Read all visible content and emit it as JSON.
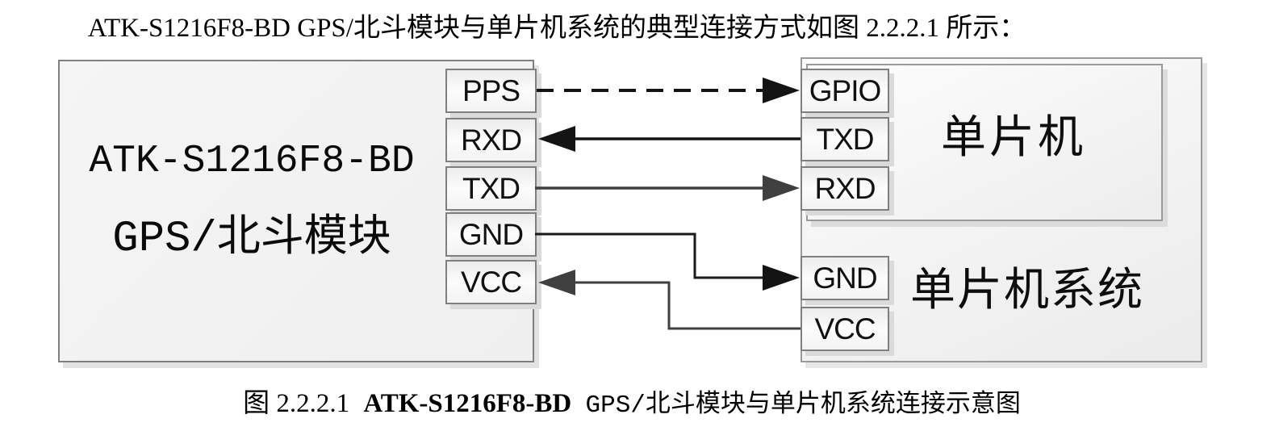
{
  "page": {
    "intro_text": "ATK-S1216F8-BD GPS/北斗模块与单片机系统的典型连接方式如图 2.2.2.1 所示：",
    "caption": {
      "figure_label": "图 2.2.2.1",
      "model": "ATK-S1216F8-BD",
      "rest": "GPS/北斗模块与单片机系统连接示意图"
    }
  },
  "gps_module": {
    "title_line1": "ATK-S1216F8-BD",
    "title_line2": "GPS/北斗模块",
    "pins": [
      "PPS",
      "RXD",
      "TXD",
      "GND",
      "VCC"
    ]
  },
  "mcu_system": {
    "label": "单片机系统",
    "mcu": {
      "label": "单片机",
      "pins": [
        "GPIO",
        "TXD",
        "RXD"
      ]
    },
    "power_pins": [
      "GND",
      "VCC"
    ]
  },
  "connections": [
    {
      "from": "GPS PPS",
      "to": "MCU GPIO",
      "line": "dashed",
      "arrow_into": "GPIO"
    },
    {
      "from": "MCU TXD",
      "to": "GPS RXD",
      "line": "solid",
      "arrow_into": "RXD"
    },
    {
      "from": "GPS TXD",
      "to": "MCU RXD",
      "line": "solid",
      "arrow_into": "RXD"
    },
    {
      "from": "GPS GND",
      "to": "SYSTEM GND",
      "line": "solid-elbow",
      "arrow_into": "GND"
    },
    {
      "from": "SYSTEM VCC",
      "to": "GPS VCC",
      "line": "solid-elbow",
      "arrow_into": "VCC"
    }
  ],
  "colors": {
    "line_black": "#141414",
    "line_gray": "#3f3f3f",
    "box_border": "#7f7f7f",
    "box_fill": "#f2f2f2"
  }
}
